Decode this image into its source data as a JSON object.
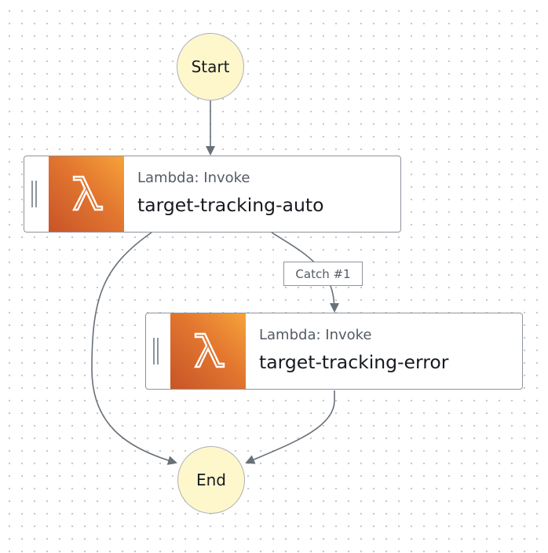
{
  "workflow": {
    "start_label": "Start",
    "end_label": "End",
    "states": [
      {
        "type_label": "Lambda: Invoke",
        "name": "target-tracking-auto",
        "icon": "lambda-icon"
      },
      {
        "type_label": "Lambda: Invoke",
        "name": "target-tracking-error",
        "icon": "lambda-icon"
      }
    ],
    "catch_label": "Catch #1"
  },
  "colors": {
    "terminal_fill": "#fff7cc",
    "lambda_orange_dark": "#c85428",
    "lambda_orange_light": "#f6a23a",
    "edge_color": "#687078",
    "canvas_dot": "#c4c8cd"
  }
}
